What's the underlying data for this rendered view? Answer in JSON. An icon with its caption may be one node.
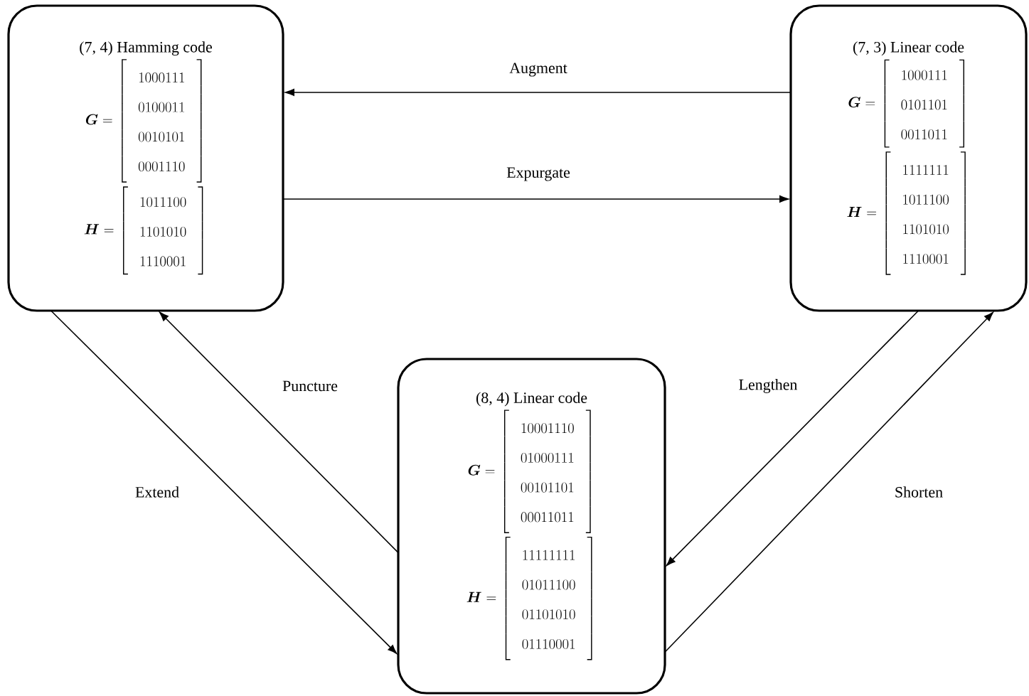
{
  "diagram": {
    "nodes": [
      {
        "text": [
          "(7, 4) Hamming code",
          "\\boldsymbol{G} = \\left[\\begin{array}{c} 1000111\\\\ 0100011\\\\ 0010101\\\\ 0001110 \\end{array}\\right]",
          "\\boldsymbol{H} = \\left[\\begin{array}{c} 1011100\\\\ 1101010\\\\ 1110001 \\end{array}\\right]"
        ]
      },
      {
        "text": [
          "(7, 3) Linear code",
          "\\boldsymbol{G} = \\left[\\begin{array}{c} 1000111\\\\ 0101101\\\\ 0011011 \\end{array}\\right]",
          "\\boldsymbol{H} = \\left[\\begin{array}{c} 1111111\\\\ 1011100\\\\ 1101010\\\\ 1110001 \\end{array}\\right]"
        ]
      },
      {
        "text": [
          "(8, 4) Linear code",
          "\\boldsymbol{G} = \\left[\\begin{array}{c} 10001110\\\\ 01000111\\\\ 00101101\\\\ 00011011 \\end{array}\\right]",
          "\\boldsymbol{H} = \\left[\\begin{array}{c} 11111111\\\\ 01011100\\\\ 01101010\\\\ 01110001 \\end{array}\\right]"
        ]
      }
    ],
    "edges": [
      {
        "from": 1,
        "to": 0,
        "arrow": "to",
        "label": "Augment"
      },
      {
        "from": 0,
        "to": 1,
        "arrow": "to",
        "label": "Expurgate"
      },
      {
        "from": 2,
        "to": 0,
        "arrow": "to",
        "label": "Puncture"
      },
      {
        "from": 0,
        "to": 2,
        "arrow": "to",
        "label": "Extend"
      },
      {
        "from": 1,
        "to": 2,
        "arrow": "to",
        "label": "Lengthen"
      },
      {
        "from": 2,
        "to": 1,
        "arrow": "to",
        "label": "Shorten"
      }
    ]
  }
}
